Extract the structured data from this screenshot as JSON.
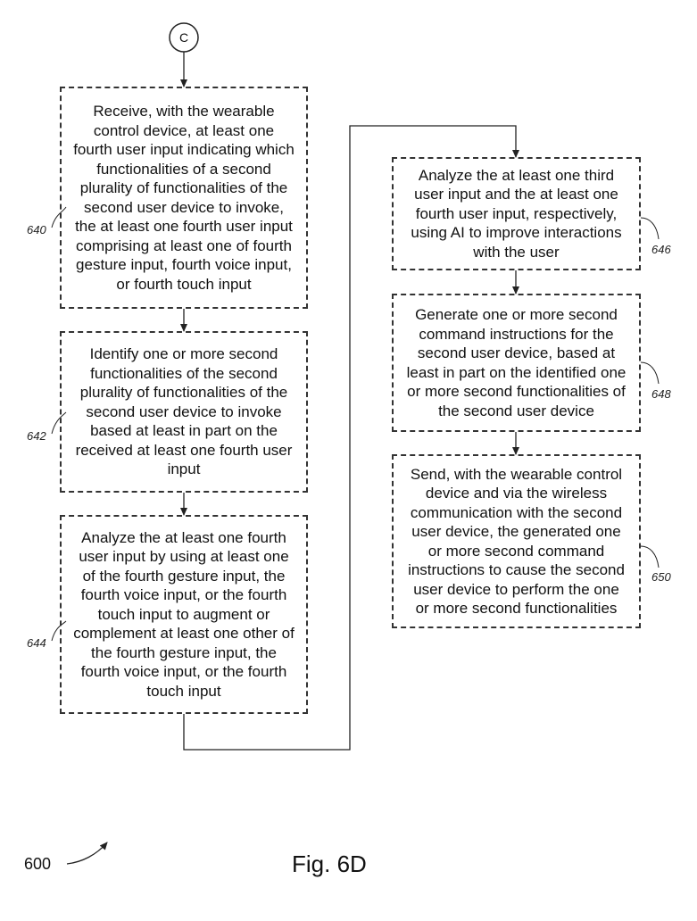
{
  "connector": "C",
  "steps": {
    "s640": {
      "ref": "640",
      "text": "Receive, with the wearable\ncontrol device, at least one\nfourth user input indicating which\nfunctionalities of a second\nplurality of functionalities of the\nsecond user device to invoke,\nthe at least one fourth user input\ncomprising at least one of fourth\ngesture input, fourth voice input,\nor fourth touch input"
    },
    "s642": {
      "ref": "642",
      "text": "Identify one or more second\nfunctionalities of the second\nplurality of functionalities of the\nsecond user device to invoke\nbased at least in part on the\nreceived at least one fourth user\ninput"
    },
    "s644": {
      "ref": "644",
      "text": "Analyze the at least one fourth\nuser input by using at least one\nof the fourth gesture input, the\nfourth voice input, or the fourth\ntouch input to augment or\ncomplement at least one other of\nthe fourth gesture input, the\nfourth voice input, or the fourth\ntouch input"
    },
    "s646": {
      "ref": "646",
      "text": "Analyze the at least one third\nuser input and the at least one\nfourth user input, respectively,\nusing AI to improve interactions\nwith the user"
    },
    "s648": {
      "ref": "648",
      "text": "Generate one or more second\ncommand instructions for the\nsecond user device, based at\nleast in part on the identified one\nor more second functionalities of\nthe second user device"
    },
    "s650": {
      "ref": "650",
      "text": "Send, with the wearable control\ndevice and via the wireless\ncommunication with the second\nuser device, the generated one\nor more second command\ninstructions to cause the second\nuser device to perform the one\nor more second functionalities"
    }
  },
  "figure_ref": "600",
  "figure_title": "Fig. 6D"
}
